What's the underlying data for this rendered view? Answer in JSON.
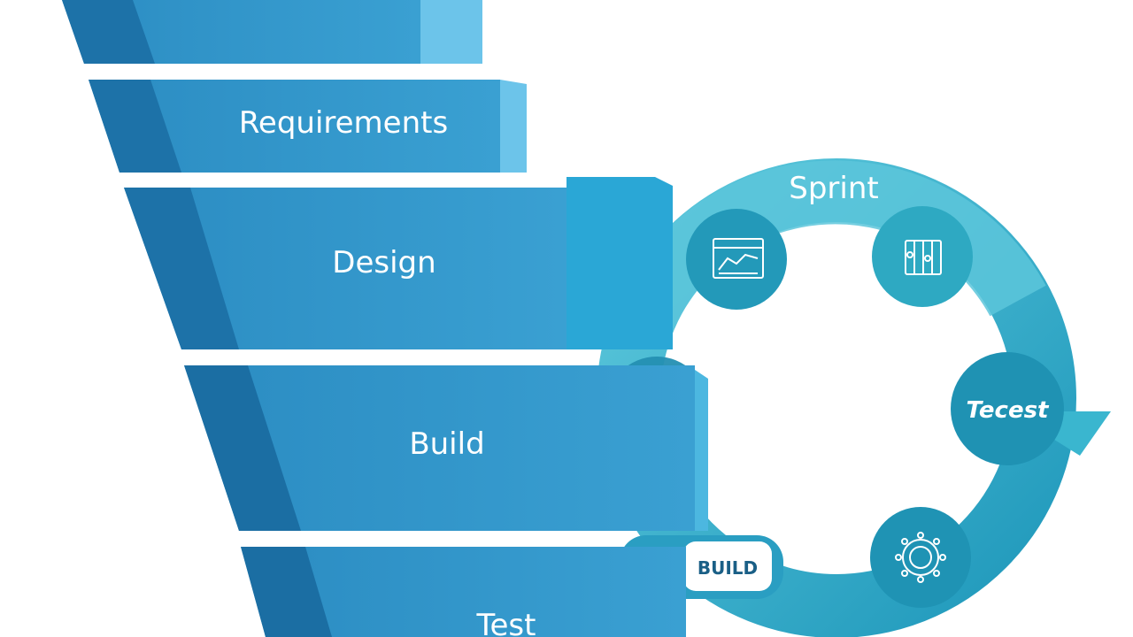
{
  "waterfall": {
    "steps": [
      {
        "label": ""
      },
      {
        "label": "Requirements"
      },
      {
        "label": "Design"
      },
      {
        "label": "Build"
      },
      {
        "label": "Test"
      }
    ]
  },
  "agile": {
    "cycle_label": "Sprint",
    "nodes": [
      {
        "label": "",
        "icon": "chart-board-icon"
      },
      {
        "label": "",
        "icon": "team-board-icon"
      },
      {
        "label": "Tecest",
        "icon": ""
      },
      {
        "label": "",
        "icon": "gear-network-icon"
      },
      {
        "label": "BUILD",
        "icon": ""
      },
      {
        "label": "",
        "icon": "code-window-icon"
      }
    ]
  },
  "colors": {
    "waterfall_front": "#2c8fc4",
    "waterfall_side": "#1b6ea3",
    "waterfall_top": "#4ab0dd",
    "cycle_ring": "#2aa3c4",
    "cycle_light": "#4fc3d6",
    "node": "#219ab9"
  }
}
